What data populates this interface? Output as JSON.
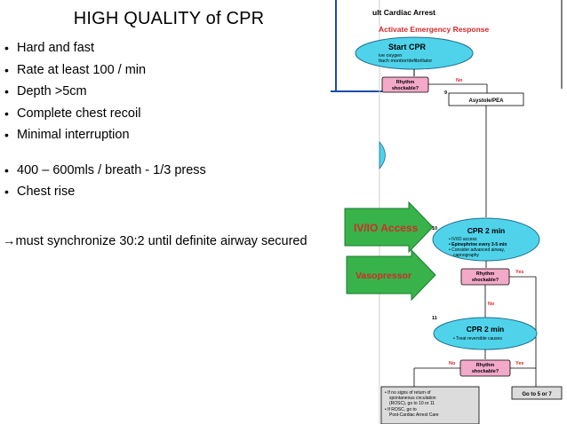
{
  "slide": {
    "title": "HIGH QUALITY of CPR",
    "bullets": [
      "Hard and fast",
      "Rate at least 100 / min",
      "Depth >5cm",
      "Complete chest recoil",
      "Minimal interruption"
    ],
    "bullets2": [
      "400 – 600mls / breath  - 1/3 press",
      "Chest rise"
    ],
    "note": "→must synchronize 30:2 until definite airway secured"
  },
  "flowchart": {
    "header": "ult Cardiac Arrest",
    "activate": "Activate Emergency Response",
    "start_cpr": "Start CPR",
    "start_sub1": "ive oxygen",
    "start_sub2": "ttach monitor/defibrillator",
    "rhythm_q": "Rhythm shockable?",
    "rhythm_q_l1": "Rhythm",
    "rhythm_q_l2": "shockable?",
    "no": "No",
    "yes": "Yes",
    "step9": "9",
    "asystole": "Asystole/PEA",
    "step10": "10",
    "cpr2": "CPR 2 min",
    "cpr2_items": [
      "IV/IO access",
      "Epinephrine every 3-5 min",
      "Consider advanced airway,",
      "capnography"
    ],
    "step11": "11",
    "cpr2b_items": [
      "Treat reversible causes"
    ],
    "bottom_left": [
      "If no signs of return of",
      "spontaneous circulation",
      "(ROSC), go to 10 or 11",
      "If ROSC, go to",
      "Post-Cardiac Arrest Care"
    ],
    "goto": "Go to 5 or 7",
    "callout_iv": "IV/IO Access",
    "callout_vaso": "Vasopressor"
  },
  "colors": {
    "pink": "#f3a9c8",
    "cyan": "#4fd3ea",
    "green": "#37b34a",
    "frame_blue": "#1f4aa8",
    "gray_box": "#dcdcdc",
    "red_text": "#d6282a"
  }
}
